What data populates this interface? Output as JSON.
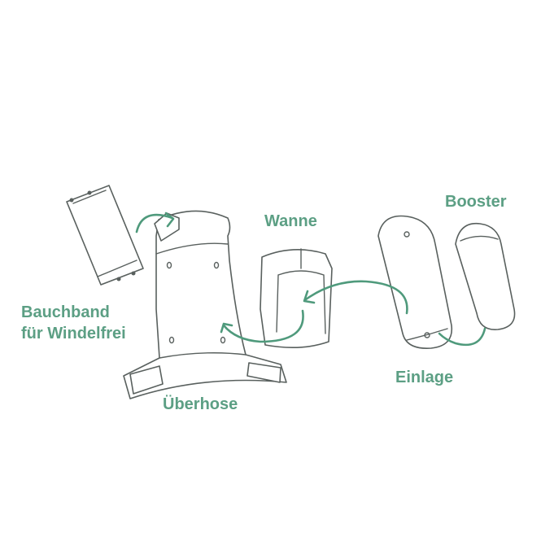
{
  "labels": {
    "bauchband_line1": "Bauchband",
    "bauchband_line2": "für Windelfrei",
    "ueberhose": "Überhose",
    "wanne": "Wanne",
    "booster": "Booster",
    "einlage": "Einlage"
  },
  "colors": {
    "accent": "#5c9f84",
    "line": "#59605e"
  }
}
